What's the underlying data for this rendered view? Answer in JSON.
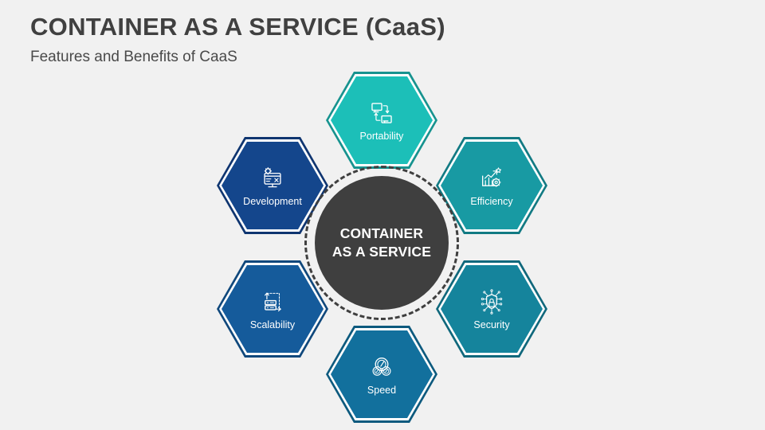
{
  "slide": {
    "title": "CONTAINER AS A SERVICE (CaaS)",
    "subtitle": "Features and Benefits of CaaS",
    "background_color": "#f1f1f1",
    "title_color": "#404040",
    "subtitle_color": "#4a4a4a"
  },
  "center": {
    "label": "CONTAINER\nAS A SERVICE",
    "fill_color": "#3f3f3f",
    "ring_color": "#3f3f3f",
    "ring_style": "dashed",
    "text_color": "#ffffff"
  },
  "nodes": [
    {
      "id": "portability",
      "label": "Portability",
      "icon": "devices-transfer-icon",
      "fill_color": "#1cbfb8",
      "border_color": "#17938f",
      "inner_ring_color": "#ffffff",
      "text_color": "#ffffff",
      "position": "top"
    },
    {
      "id": "efficiency",
      "label": "Efficiency",
      "icon": "growth-chart-gear-icon",
      "fill_color": "#189aa3",
      "border_color": "#127a83",
      "inner_ring_color": "#ffffff",
      "text_color": "#ffffff",
      "position": "upper-right"
    },
    {
      "id": "security",
      "label": "Security",
      "icon": "circuit-lock-icon",
      "fill_color": "#15849c",
      "border_color": "#10687c",
      "inner_ring_color": "#ffffff",
      "text_color": "#ffffff",
      "position": "lower-right"
    },
    {
      "id": "speed",
      "label": "Speed",
      "icon": "speedometer-icon",
      "fill_color": "#12709d",
      "border_color": "#0d5a7e",
      "inner_ring_color": "#ffffff",
      "text_color": "#ffffff",
      "position": "bottom"
    },
    {
      "id": "scalability",
      "label": "Scalability",
      "icon": "server-expand-icon",
      "fill_color": "#155b9b",
      "border_color": "#10487c",
      "inner_ring_color": "#ffffff",
      "text_color": "#ffffff",
      "position": "lower-left"
    },
    {
      "id": "development",
      "label": "Development",
      "icon": "monitor-code-gear-icon",
      "fill_color": "#14468c",
      "border_color": "#0f3570",
      "inner_ring_color": "#ffffff",
      "text_color": "#ffffff",
      "position": "upper-left"
    }
  ]
}
